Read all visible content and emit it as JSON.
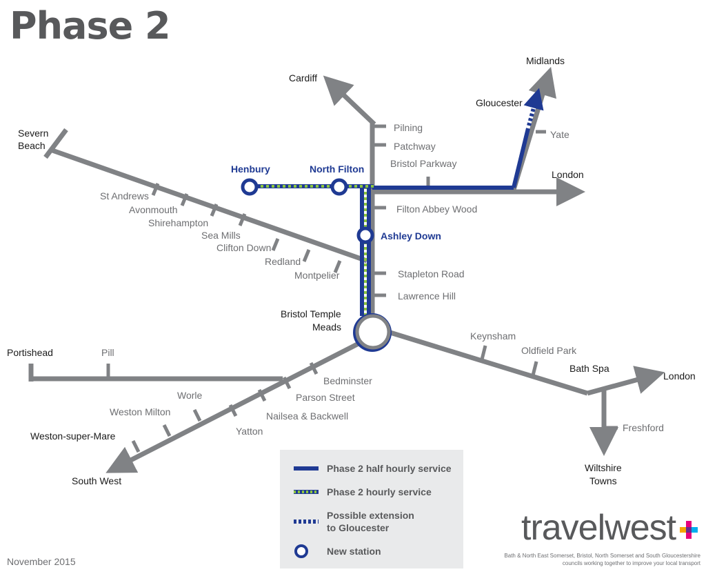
{
  "title": "Phase 2",
  "date": "November 2015",
  "brand": {
    "name": "travelwest",
    "tagline_line1": "Bath & North East Somerset, Bristol, North Somerset and South Gloucestershire",
    "tagline_line2": "councils working together to improve your local transport"
  },
  "colors": {
    "line_grey": "#808285",
    "service_blue": "#1f3a93",
    "service_green": "#8dc63f",
    "text_grey": "#6d6e71",
    "legend_bg": "#e9eaeb",
    "plus_pink": "#e6007e",
    "plus_orange": "#f7a600",
    "plus_blue": "#00aeef",
    "plus_purple": "#662d91"
  },
  "destinations": {
    "cardiff": "Cardiff",
    "midlands": "Midlands",
    "gloucester": "Gloucester",
    "london_north": "London",
    "london_east": "London",
    "south_west": "South West",
    "wiltshire_1": "Wiltshire",
    "wiltshire_2": "Towns"
  },
  "termini": {
    "severn_1": "Severn",
    "severn_2": "Beach",
    "portishead": "Portishead",
    "weston_super_mare": "Weston-super-Mare",
    "bath_spa": "Bath Spa",
    "temple_meads_1": "Bristol Temple",
    "temple_meads_2": "Meads"
  },
  "new_stations": {
    "henbury": "Henbury",
    "north_filton": "North Filton",
    "ashley_down": "Ashley Down"
  },
  "stations": {
    "pilning": "Pilning",
    "patchway": "Patchway",
    "bristol_parkway": "Bristol Parkway",
    "yate": "Yate",
    "filton_abbey_wood": "Filton Abbey Wood",
    "stapleton_road": "Stapleton Road",
    "lawrence_hill": "Lawrence Hill",
    "st_andrews": "St Andrews",
    "avonmouth": "Avonmouth",
    "shirehampton": "Shirehampton",
    "sea_mills": "Sea Mills",
    "clifton_down": "Clifton Down",
    "redland": "Redland",
    "montpelier": "Montpelier",
    "keynsham": "Keynsham",
    "oldfield_park": "Oldfield Park",
    "freshford": "Freshford",
    "pill": "Pill",
    "bedminster": "Bedminster",
    "parson_street": "Parson Street",
    "nailsea_backwell": "Nailsea & Backwell",
    "yatton": "Yatton",
    "worle": "Worle",
    "weston_milton": "Weston Milton"
  },
  "legend": {
    "half_hourly": "Phase 2 half hourly service",
    "hourly": "Phase 2 hourly service",
    "extension_1": "Possible extension",
    "extension_2": "to Gloucester",
    "new_station": "New station"
  }
}
